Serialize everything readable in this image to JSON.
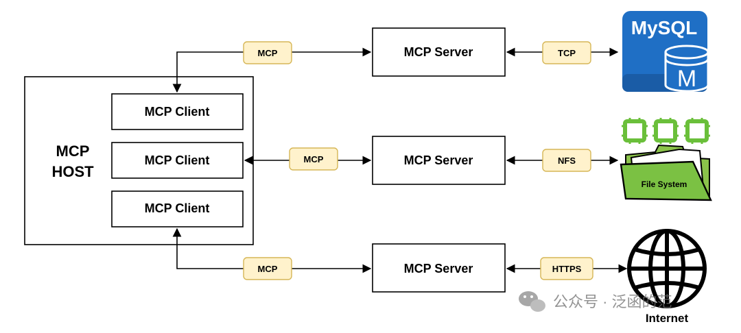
{
  "host": {
    "label_line1": "MCP",
    "label_line2": "HOST"
  },
  "clients": [
    {
      "label": "MCP Client"
    },
    {
      "label": "MCP Client"
    },
    {
      "label": "MCP Client"
    }
  ],
  "servers": [
    {
      "label": "MCP Server",
      "protocol": "MCP",
      "transport": "TCP"
    },
    {
      "label": "MCP Server",
      "protocol": "MCP",
      "transport": "NFS"
    },
    {
      "label": "MCP Server",
      "protocol": "MCP",
      "transport": "HTTPS"
    }
  ],
  "resources": {
    "mysql": {
      "logo_text": "MySQL",
      "badge": "M"
    },
    "filesystem": {
      "label": "File System"
    },
    "internet": {
      "label": "Internet"
    }
  },
  "watermark": {
    "text": "公众号 · 泛函的范"
  },
  "colors": {
    "tag_fill": "#fff2cc",
    "tag_stroke": "#d6b656",
    "mysql_blue": "#1f6fc5",
    "folder_green": "#7bc143",
    "chip_green": "#6abf3a"
  }
}
